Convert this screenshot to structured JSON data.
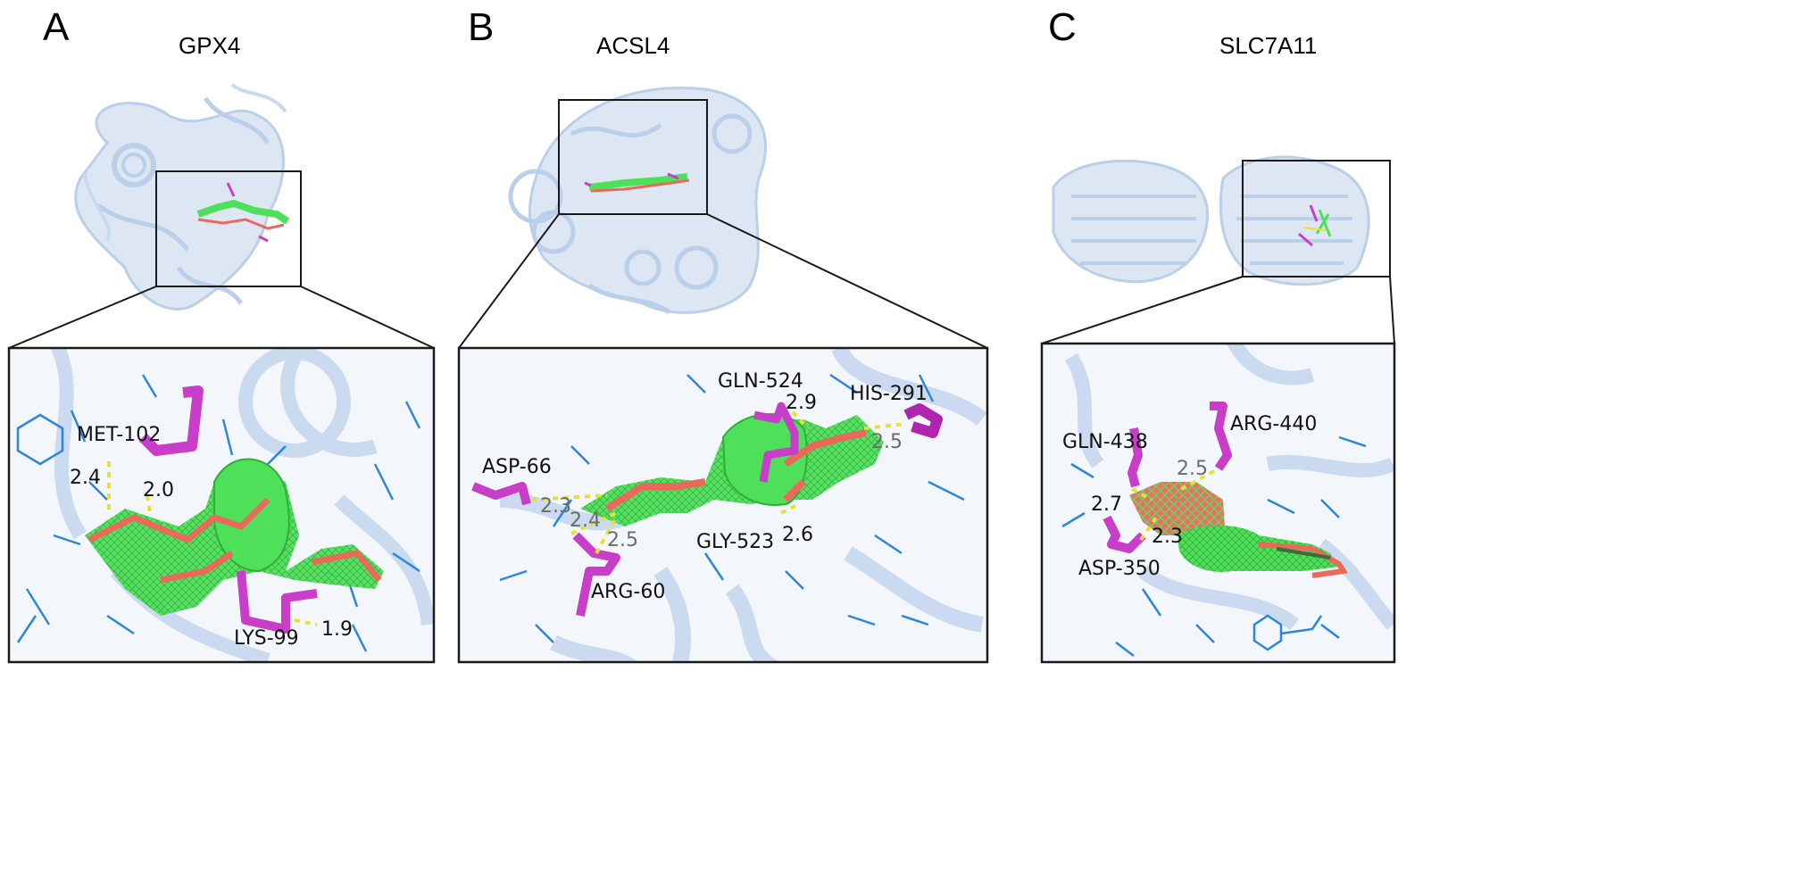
{
  "panels": [
    {
      "letter": "A",
      "title": "GPX4",
      "residues": [
        "MET-102",
        "LYS-99"
      ],
      "distances": [
        "2.4",
        "2.0",
        "1.9"
      ]
    },
    {
      "letter": "B",
      "title": "ACSL4",
      "residues": [
        "GLN-524",
        "HIS-291",
        "ASP-66",
        "GLY-523",
        "ARG-60"
      ],
      "distances": [
        "2.9",
        "2.5",
        "2.3",
        "2.4",
        "2.5",
        "2.6"
      ]
    },
    {
      "letter": "C",
      "title": "SLC7A11",
      "residues": [
        "GLN-438",
        "ARG-440",
        "ASP-350"
      ],
      "distances": [
        "2.5",
        "2.7",
        "2.3"
      ]
    }
  ],
  "colors": {
    "protein": "#b9cfea",
    "protein_dark": "#8fb0da",
    "ligand_mesh": "#4fe05a",
    "ligand_stick": "#e96a5a",
    "residue": "#c93ec9",
    "hbond": "#e8e03a",
    "frame": "#1a1a1a"
  }
}
